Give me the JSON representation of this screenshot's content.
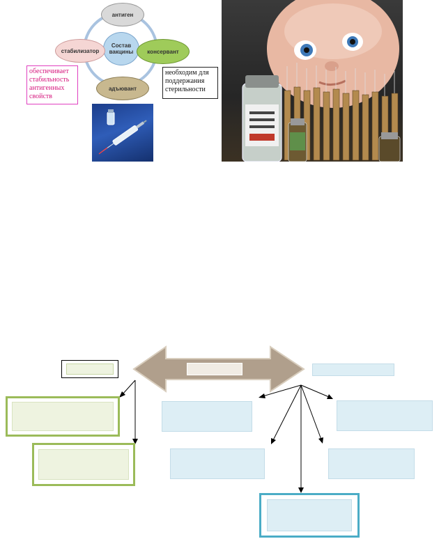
{
  "vaccine_diagram": {
    "center": "Состав вакцины",
    "top": "антиген",
    "left": "стабилизатор",
    "right": "консервант",
    "bottom": "адъювант",
    "note_left": "обеспечивает стабильность антигенных свойств",
    "note_right": "необходим для поддержания стерильности"
  },
  "images": {
    "syringe": "syringe-and-vial-photo",
    "baby": "baby-with-vaccine-vials-photo"
  },
  "colors": {
    "ring": "#a9c3e0",
    "center_fill": "#b8d7ee",
    "top_fill": "#d9d9d9",
    "left_fill": "#f5d6d4",
    "right_fill": "#9fcb5a",
    "bottom_fill": "#c8b88f",
    "note_left_border": "#e040c0",
    "note_left_text": "#d6187e",
    "arrow_fill": "#b09f8c",
    "green_border": "#9bbb59",
    "green_fill": "#eef3e0",
    "blue_fill": "#ddeef5",
    "teal_border": "#4bacc6"
  }
}
